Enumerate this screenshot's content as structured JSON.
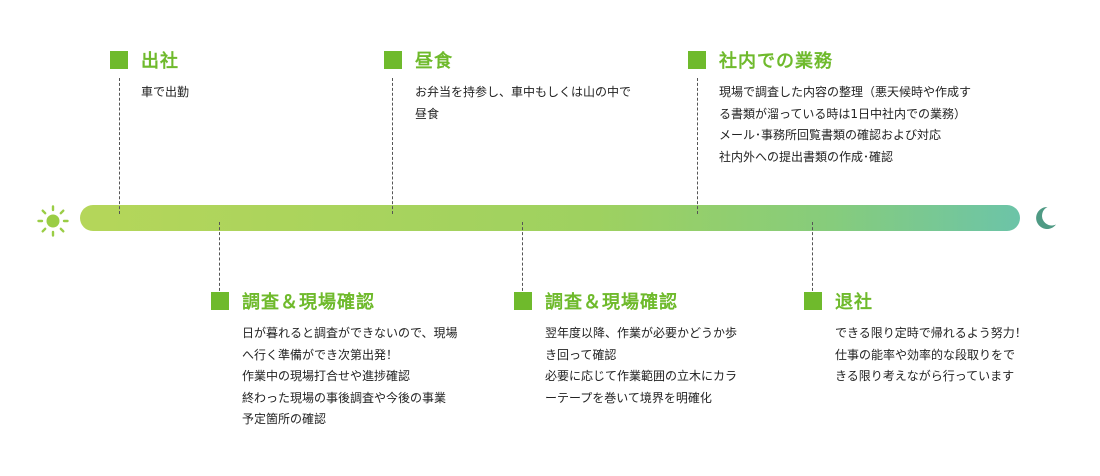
{
  "colors": {
    "accent_green": "#6fba2c",
    "bar_start": "#b5d65a",
    "bar_end": "#6cc4a8",
    "sun": "#9acd45",
    "moon": "#4f9a84"
  },
  "icons": {
    "start": "sun-icon",
    "end": "moon-icon"
  },
  "top_events": [
    {
      "title": "出社",
      "lines": [
        "車で出勤"
      ]
    },
    {
      "title": "昼食",
      "lines": [
        "お弁当を持参し、車中もしくは山の中で",
        "昼食"
      ]
    },
    {
      "title": "社内での業務",
      "lines": [
        "現場で調査した内容の整理（悪天候時や作成す",
        "る書類が溜っている時は1日中社内での業務）",
        "メール･事務所回覧書類の確認および対応",
        "社内外への提出書類の作成･確認"
      ]
    }
  ],
  "bottom_events": [
    {
      "title": "調査＆現場確認",
      "lines": [
        "日が暮れると調査ができないので、現場",
        "へ行く準備ができ次第出発！",
        "作業中の現場打合せや進捗確認",
        "終わった現場の事後調査や今後の事業",
        "予定箇所の確認"
      ]
    },
    {
      "title": "調査＆現場確認",
      "lines": [
        "翌年度以降、作業が必要かどうか歩",
        "き回って確認",
        "必要に応じて作業範囲の立木にカラ",
        "ーテープを巻いて境界を明確化"
      ]
    },
    {
      "title": "退社",
      "lines": [
        "できる限り定時で帰れるよう努力！",
        "仕事の能率や効率的な段取りをで",
        "きる限り考えながら行っています"
      ]
    }
  ]
}
